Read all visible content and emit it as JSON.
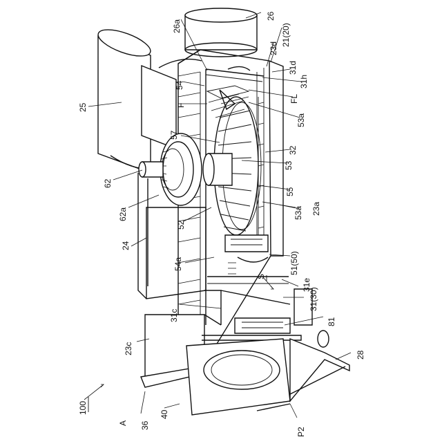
{
  "labels": {
    "n100": "100",
    "A": "A",
    "n36": "36",
    "n40": "40",
    "P2": "P2",
    "n28": "28",
    "n23c": "23c",
    "n31c": "31c",
    "n24": "24",
    "n62a": "62a",
    "n62": "62",
    "n25": "25",
    "n26a": "26a",
    "n26": "26",
    "n21_20": "21(20)",
    "n23d": "23d",
    "n31d": "31d",
    "n31h": "31h",
    "n54": "54",
    "FL": "FL",
    "F": "F",
    "n53a_top": "53a",
    "n57": "57",
    "n32": "32",
    "n53": "53",
    "n55": "55",
    "n53a_bot": "53a",
    "n23a": "23a",
    "n52": "52",
    "n54a": "54a",
    "n51_50": "51(50)",
    "S": "S",
    "n31e": "31e",
    "n31_30": "31(30)",
    "n81": "81"
  }
}
